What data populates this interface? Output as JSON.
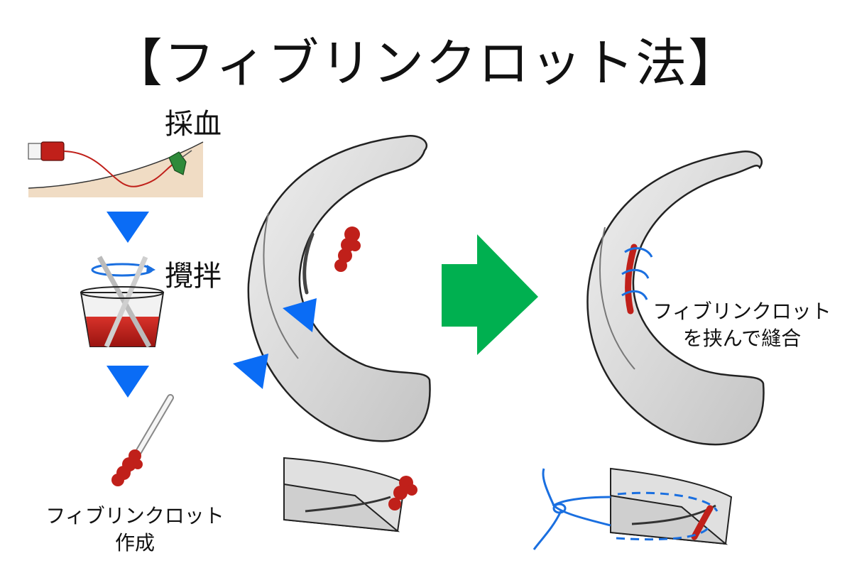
{
  "title": "【フィブリンクロット法】",
  "steps": {
    "blood_draw": "採血",
    "stir": "攪拌",
    "clot_made_line1": "フィブリンクロット",
    "clot_made_line2": "作成"
  },
  "result": {
    "line1": "フィブリンクロット",
    "line2": "を挟んで縫合"
  },
  "colors": {
    "arrow_blue": "#0a6cf5",
    "arrow_green": "#00b050",
    "blood_red": "#c0201a",
    "meniscus_gray": "#d4d4d4",
    "suture_blue": "#1a6fe0"
  }
}
